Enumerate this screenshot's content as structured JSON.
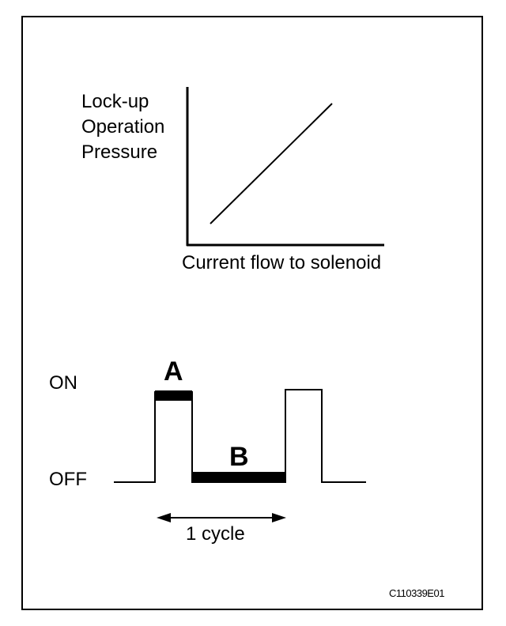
{
  "graph": {
    "y_label_lines": [
      "Lock-up",
      "Operation",
      "Pressure"
    ],
    "x_label": "Current flow to solenoid"
  },
  "waveform": {
    "on_label": "ON",
    "off_label": "OFF",
    "segment_a_label": "A",
    "segment_b_label": "B",
    "cycle_label": "1 cycle"
  },
  "figure_code": "C110339E01"
}
